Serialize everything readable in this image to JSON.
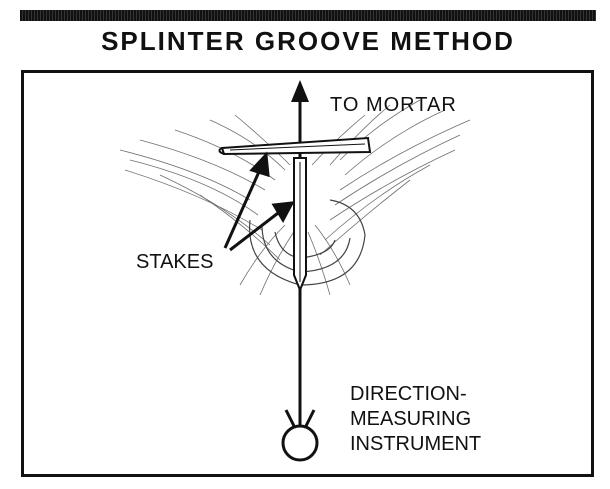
{
  "title": "SPLINTER GROOVE METHOD",
  "labels": {
    "to_mortar": "TO MORTAR",
    "stakes": "STAKES",
    "direction_line1": "DIRECTION-",
    "direction_line2": "MEASURING",
    "direction_line3": "INSTRUMENT"
  }
}
